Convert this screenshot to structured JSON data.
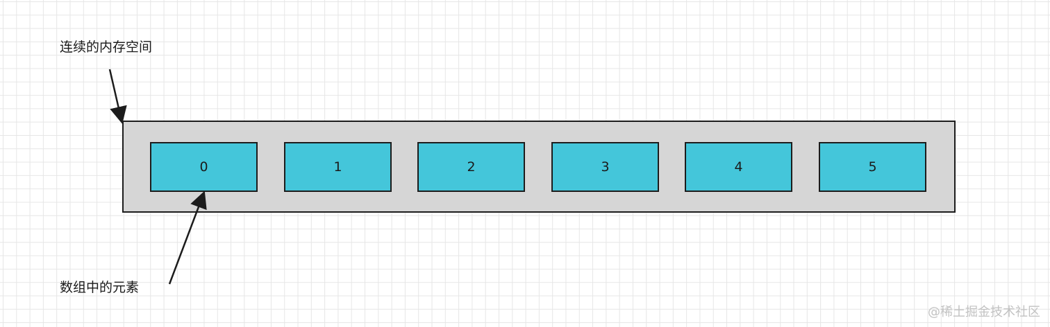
{
  "diagram": {
    "container_label": "连续的内存空间",
    "element_label": "数组中的元素",
    "cells": [
      "0",
      "1",
      "2",
      "3",
      "4",
      "5"
    ]
  },
  "watermark": "@稀土掘金技术社区",
  "colors": {
    "cell_fill": "#44c6da",
    "container_fill": "#d6d6d6",
    "stroke": "#1c1c1c",
    "grid": "#e6e6e6"
  }
}
